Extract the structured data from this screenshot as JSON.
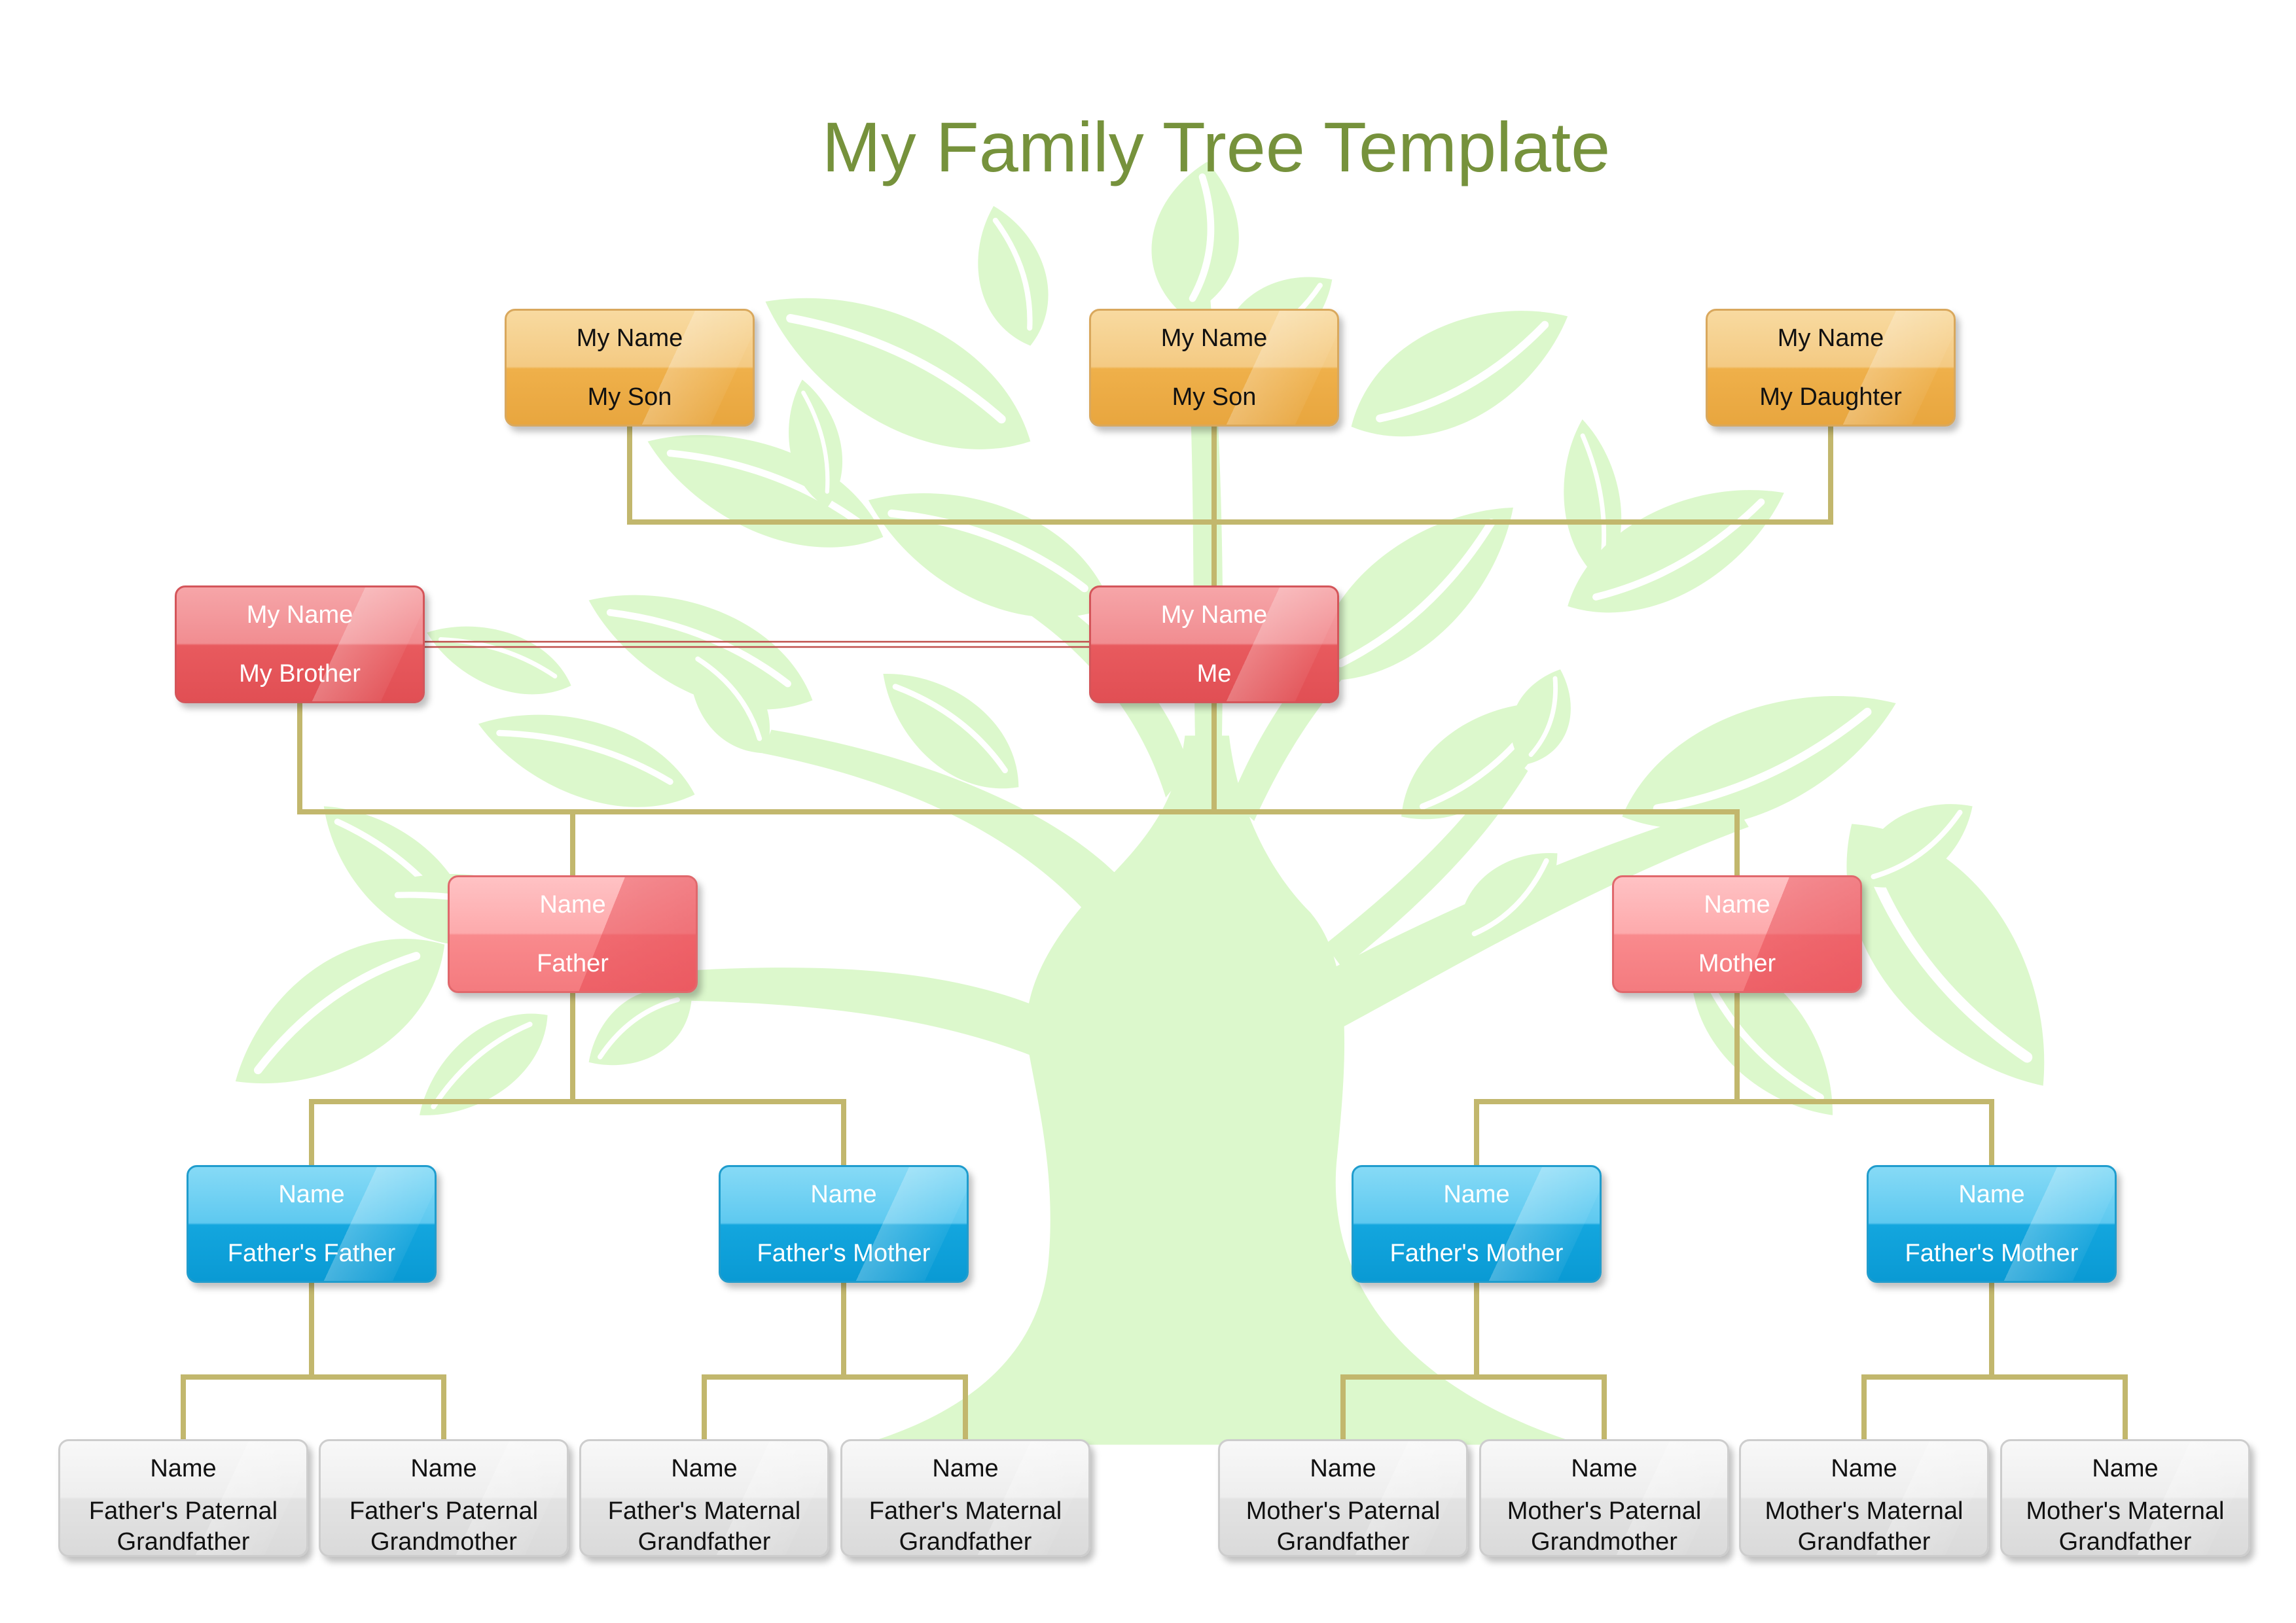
{
  "title": "My Family Tree Template",
  "colors": {
    "title": "#76923c",
    "tree": "#dcf8cc",
    "connector": "#c2b76d",
    "sibling_link": "#c0504d",
    "children_box": "#efb04a",
    "self_box": "#e85a5e",
    "parents_box": "#f98a8d",
    "grandparents_box": "#13a6de",
    "great_grandparents_box": "#e3e3e3"
  },
  "children": [
    {
      "name": "My Name",
      "relation": "My Son"
    },
    {
      "name": "My Name",
      "relation": "My Son"
    },
    {
      "name": "My Name",
      "relation": "My Daughter"
    }
  ],
  "siblings": [
    {
      "name": "My Name",
      "relation": "My Brother"
    },
    {
      "name": "My Name",
      "relation": "Me"
    }
  ],
  "parents": [
    {
      "name": "Name",
      "relation": "Father"
    },
    {
      "name": "Name",
      "relation": "Mother"
    }
  ],
  "grandparents": [
    {
      "name": "Name",
      "relation": "Father's Father"
    },
    {
      "name": "Name",
      "relation": "Father's Mother"
    },
    {
      "name": "Name",
      "relation": "Father's Mother"
    },
    {
      "name": "Name",
      "relation": "Father's Mother"
    }
  ],
  "great_grandparents": [
    {
      "name": "Name",
      "relation": [
        "Father's Paternal",
        "Grandfather"
      ]
    },
    {
      "name": "Name",
      "relation": [
        "Father's Paternal",
        "Grandmother"
      ]
    },
    {
      "name": "Name",
      "relation": [
        "Father's Maternal",
        "Grandfather"
      ]
    },
    {
      "name": "Name",
      "relation": [
        "Father's Maternal",
        "Grandfather"
      ]
    },
    {
      "name": "Name",
      "relation": [
        "Mother's Paternal",
        "Grandfather"
      ]
    },
    {
      "name": "Name",
      "relation": [
        "Mother's Paternal",
        "Grandmother"
      ]
    },
    {
      "name": "Name",
      "relation": [
        "Mother's Maternal",
        "Grandfather"
      ]
    },
    {
      "name": "Name",
      "relation": [
        "Mother's Maternal",
        "Grandfather"
      ]
    }
  ]
}
